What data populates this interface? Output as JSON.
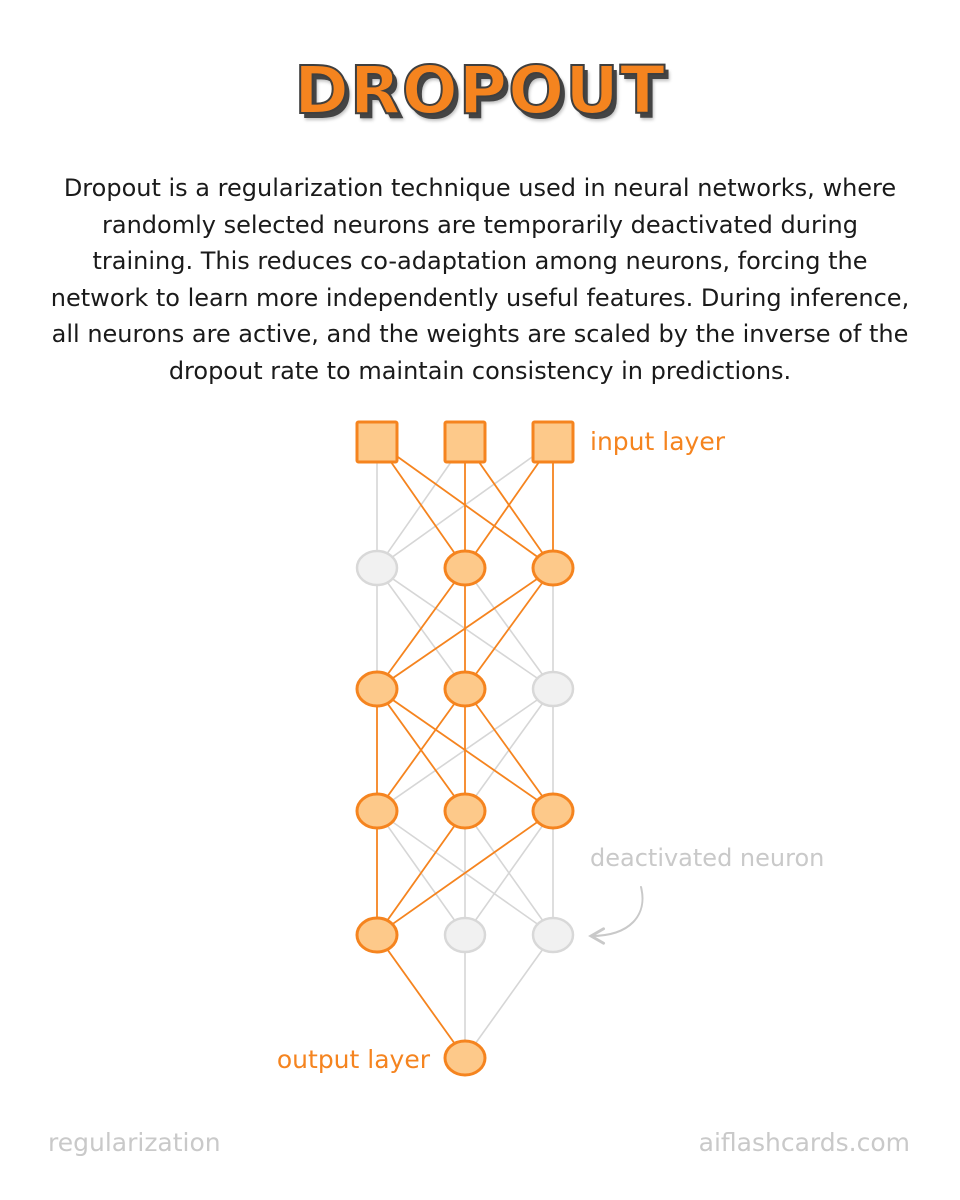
{
  "title": "DROPOUT",
  "description": "Dropout is a regularization technique used in neural networks, where randomly selected neurons are temporarily deactivated during training. This reduces co-adaptation among neurons, forcing the network to learn more independently useful features. During inference, all neurons are active, and the weights are scaled by the inverse of the dropout rate to maintain consistency in predictions.",
  "labels": {
    "input_layer": "input layer",
    "output_layer": "output layer",
    "deactivated_neuron": "deactivated neuron"
  },
  "footer": {
    "topic": "regularization",
    "site": "aiflashcards.com"
  },
  "colors": {
    "active_fill": "#fdc98a",
    "active_stroke": "#f5841f",
    "inactive_fill": "#f1f1f1",
    "inactive_stroke": "#d8d8d8",
    "inactive_edge": "#d6d6d6",
    "active_edge": "#f5841f"
  },
  "network": {
    "layers": [
      {
        "name": "input",
        "shape": "square",
        "active": [
          true,
          true,
          true
        ]
      },
      {
        "name": "hidden-1",
        "shape": "circle",
        "active": [
          false,
          true,
          true
        ]
      },
      {
        "name": "hidden-2",
        "shape": "circle",
        "active": [
          true,
          true,
          false
        ]
      },
      {
        "name": "hidden-3",
        "shape": "circle",
        "active": [
          true,
          true,
          true
        ]
      },
      {
        "name": "hidden-4",
        "shape": "circle",
        "active": [
          true,
          false,
          false
        ]
      },
      {
        "name": "output",
        "shape": "circle",
        "active": [
          true
        ]
      }
    ]
  }
}
